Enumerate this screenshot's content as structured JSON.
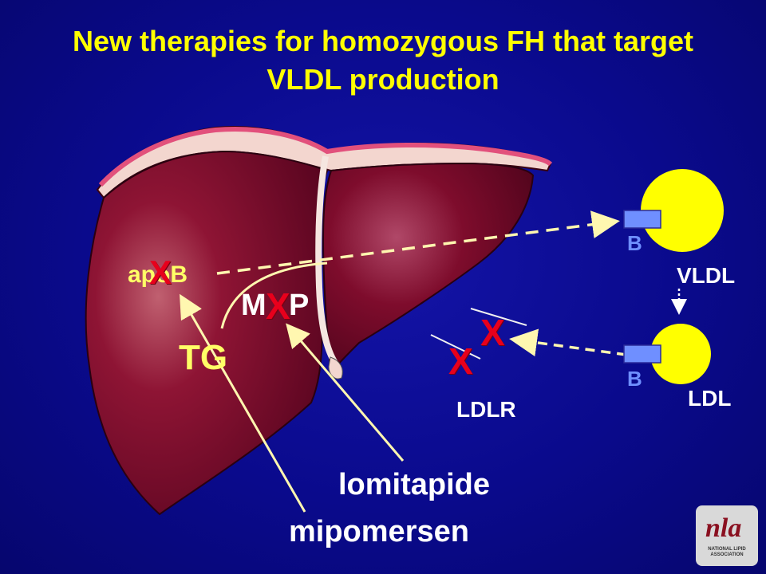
{
  "title": {
    "line1": "New therapies for homozygous  FH that target",
    "line2": "VLDL production"
  },
  "labels": {
    "apob": "apoB",
    "mtp_m": "M",
    "mtp_p": "P",
    "tg": "TG",
    "ldlr": "LDLR",
    "vldl": "VLDL",
    "ldl": "LDL",
    "b_vldl": "B",
    "b_ldl": "B",
    "lomitapide": "lomitapide",
    "mipomersen": "mipomersen",
    "x_mark": "X"
  },
  "logo": {
    "word": "nla",
    "subtitle": "NATIONAL LIPID ASSOCIATION"
  },
  "colors": {
    "background": "#0b0b8a",
    "title": "#ffff00",
    "liver": "#7a0a2a",
    "lipoprotein": "#ffff00",
    "apob_receptor": "#6f8fff",
    "inhibit_mark": "#e8001c",
    "arrow": "#fff7b0"
  }
}
